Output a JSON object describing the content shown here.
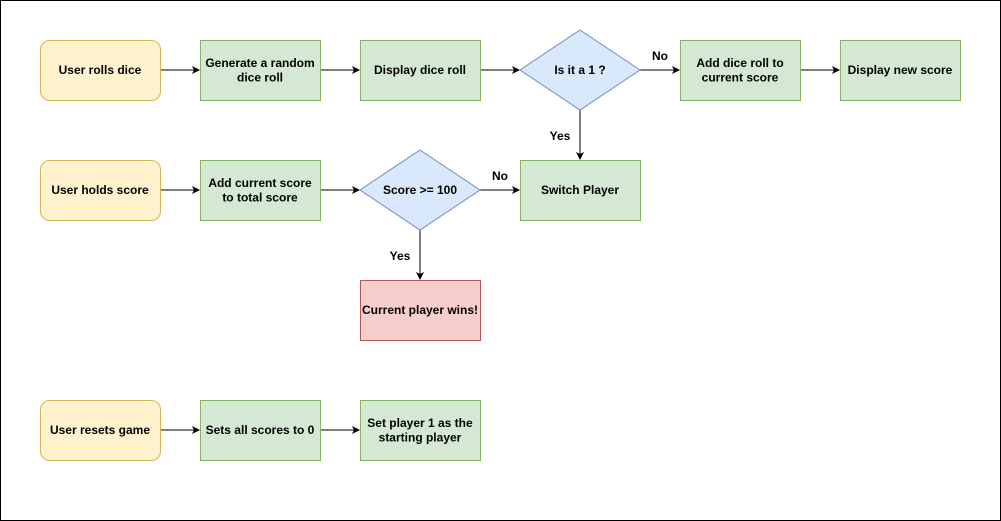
{
  "diagram": {
    "colors": {
      "start": "#fff2cc",
      "start_stroke": "#d6b656",
      "process": "#d5e8d4",
      "process_stroke": "#82b366",
      "decision": "#dae8fc",
      "decision_stroke": "#6c8ebf",
      "end": "#f8cecc",
      "end_stroke": "#b85450"
    },
    "nodes": {
      "roll": {
        "lines": [
          "User rolls dice"
        ]
      },
      "generate": {
        "lines": [
          "Generate a random",
          "dice roll"
        ]
      },
      "display": {
        "lines": [
          "Display dice roll"
        ]
      },
      "is_one": {
        "lines": [
          "Is it a 1 ?"
        ]
      },
      "add_current": {
        "lines": [
          "Add dice roll to",
          "current score"
        ]
      },
      "display_new": {
        "lines": [
          "Display new score"
        ]
      },
      "hold": {
        "lines": [
          "User holds score"
        ]
      },
      "add_total": {
        "lines": [
          "Add current score",
          "to total score"
        ]
      },
      "score_check": {
        "lines": [
          "Score >= 100"
        ]
      },
      "switch": {
        "lines": [
          "Switch Player"
        ]
      },
      "wins": {
        "lines": [
          "Current player wins!"
        ]
      },
      "reset": {
        "lines": [
          "User resets game"
        ]
      },
      "zero": {
        "lines": [
          "Sets all scores to 0"
        ]
      },
      "set_p1": {
        "lines": [
          "Set player 1 as the",
          "starting player"
        ]
      }
    },
    "edge_labels": {
      "is_one_no": "No",
      "is_one_yes": "Yes",
      "score_no": "No",
      "score_yes": "Yes"
    }
  }
}
